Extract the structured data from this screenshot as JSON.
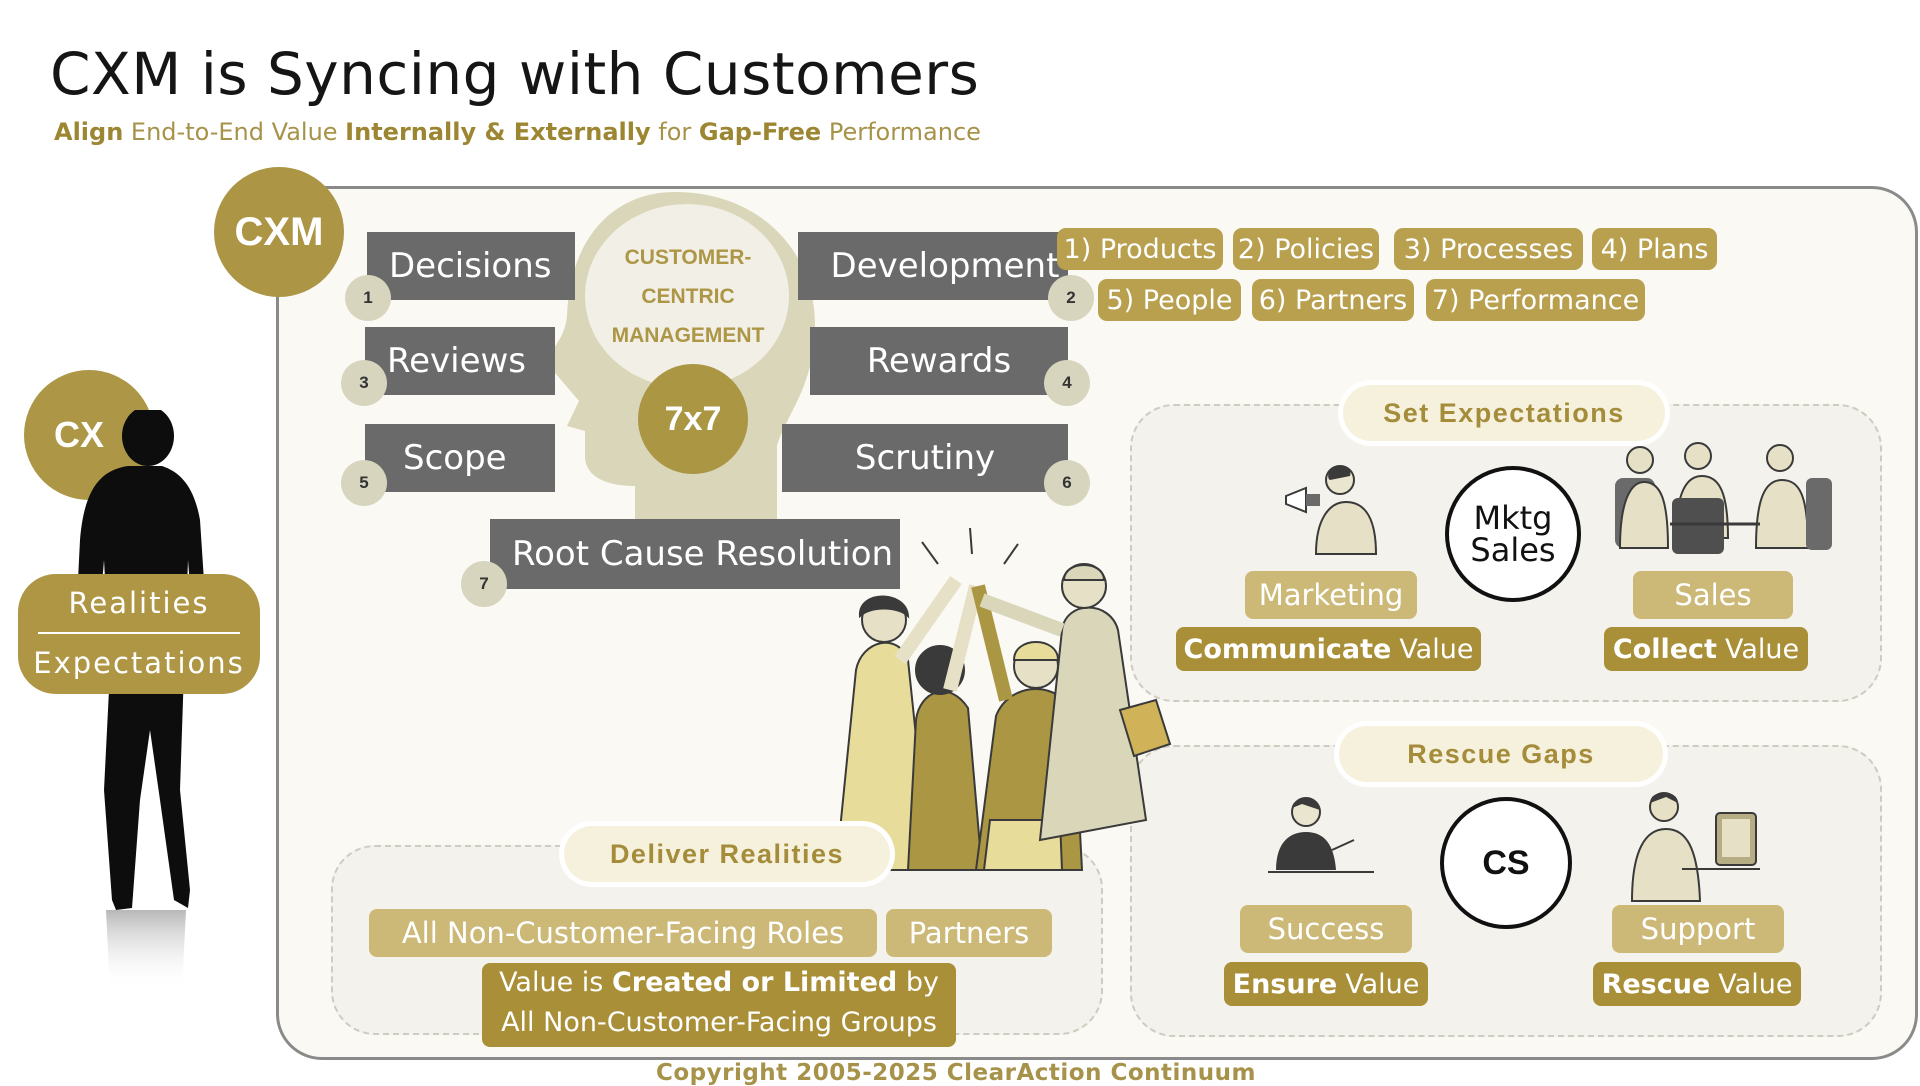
{
  "title": "CXM is Syncing with Customers",
  "subtitle": {
    "b1": "Align",
    "t1": " End-to-End Value ",
    "b2": "Internally & Externally",
    "t2": " for ",
    "b3": "Gap-Free",
    "t3": " Performance"
  },
  "cxm_badge": "CXM",
  "head": {
    "text_line1": "CUSTOMER-",
    "text_line2": "CENTRIC",
    "text_line3": "MANAGEMENT",
    "center": "7x7"
  },
  "bars": [
    {
      "label": "Decisions",
      "num": "1"
    },
    {
      "label": "Development",
      "num": "2"
    },
    {
      "label": "Reviews",
      "num": "3"
    },
    {
      "label": "Rewards",
      "num": "4"
    },
    {
      "label": "Scope",
      "num": "5"
    },
    {
      "label": "Scrutiny",
      "num": "6"
    },
    {
      "label": "Root Cause Resolution",
      "num": "7"
    }
  ],
  "seven_ps": [
    "1) Products",
    "2) Policies",
    "3) Processes",
    "4) Plans",
    "5) People",
    "6) Partners",
    "7) Performance"
  ],
  "set_expectations": {
    "title": "Set Expectations",
    "ring_line1": "Mktg",
    "ring_line2": "Sales",
    "left_role": "Marketing",
    "left_value_bold": "Communicate",
    "left_value": "Value",
    "right_role": "Sales",
    "right_value_bold": "Collect",
    "right_value": "Value"
  },
  "rescue_gaps": {
    "title": "Rescue Gaps",
    "ring": "CS",
    "left_role": "Success",
    "left_value_bold": "Ensure",
    "left_value": "Value",
    "right_role": "Support",
    "right_value_bold": "Rescue",
    "right_value": "Value"
  },
  "deliver_realities": {
    "title": "Deliver Realities",
    "chip1": "All Non-Customer-Facing Roles",
    "chip2": "Partners",
    "line1_a": "Value is ",
    "line1_b": "Created or Limited",
    "line1_c": " by",
    "line2": "All Non-Customer-Facing Groups"
  },
  "cx": {
    "badge": "CX",
    "realities": "Realities",
    "expectations": "Expectations"
  },
  "copyright": "Copyright 2005-2025 ClearAction Continuum",
  "colors": {
    "gold": "#ac9646",
    "gold_light": "#cdb977",
    "gray_bar": "#6a6a6a",
    "frame_bg": "#fbf9f3",
    "panel_bg": "#f4f2ec"
  }
}
